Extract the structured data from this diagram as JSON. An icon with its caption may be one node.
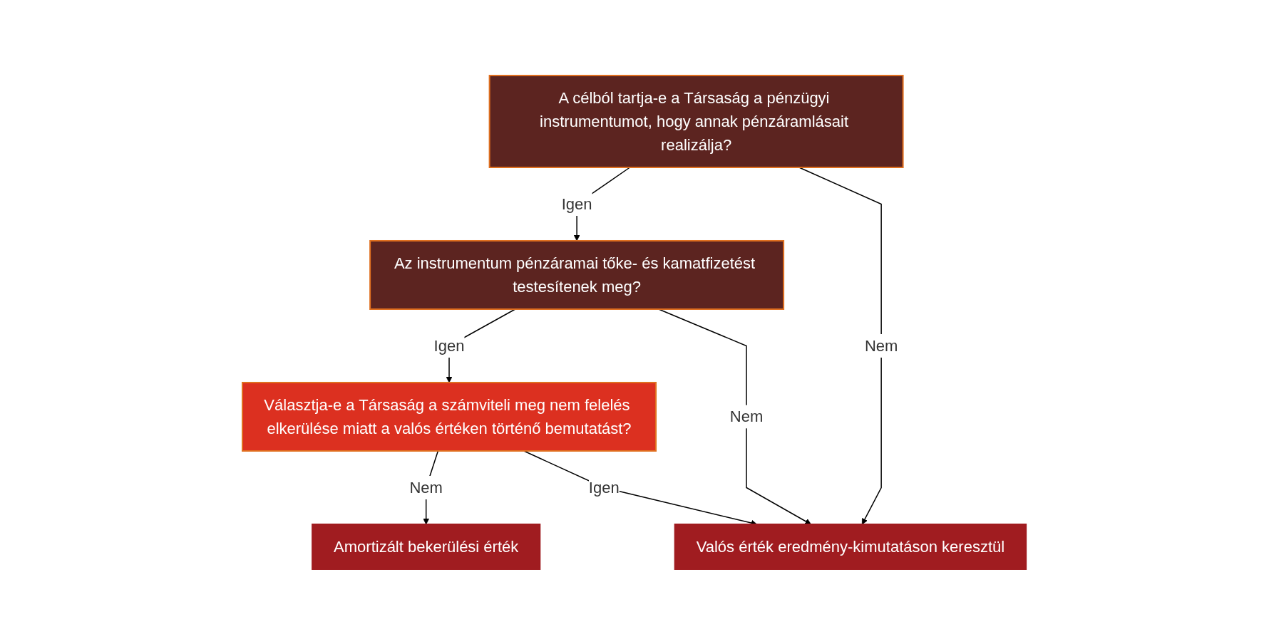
{
  "diagram": {
    "nodes": [
      {
        "text": [
          "A célból tartja-e a Társaság a pénzügyi instrumentumot, hogy annak pénzáramlásait realizálja?"
        ]
      },
      {
        "text": [
          "Az instrumentum pénzáramai tőke- és kamatfizetést testesítenek meg?"
        ]
      },
      {
        "text": [
          "Választja-e a Társaság a számviteli meg nem felelés elkerülése miatt a valós értéken történő bemutatást?"
        ]
      },
      {
        "text": [
          "Amortizált bekerülési érték"
        ]
      },
      {
        "text": [
          "Valós érték eredmény-kimutatáson keresztül"
        ]
      }
    ],
    "edges": [
      {
        "from": 0,
        "to": 1,
        "arrow": "to",
        "label": "Igen"
      },
      {
        "from": 1,
        "to": 2,
        "arrow": "to",
        "label": "Igen"
      },
      {
        "from": 2,
        "to": 3,
        "arrow": "to",
        "label": "Nem"
      },
      {
        "from": 0,
        "to": 4,
        "arrow": "to",
        "label": "Nem"
      },
      {
        "from": 1,
        "to": 4,
        "arrow": "to",
        "label": "Nem"
      },
      {
        "from": 2,
        "to": 4,
        "arrow": "to",
        "label": "Igen"
      }
    ]
  }
}
